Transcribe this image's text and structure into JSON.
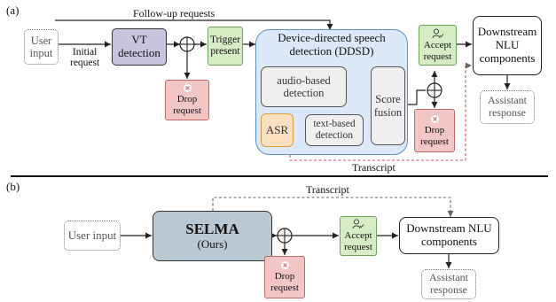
{
  "panel_a": {
    "label": "(a)",
    "user_input": "User\ninput",
    "initial_request": "Initial\nrequest",
    "follow_up": "Follow-up requests",
    "vt_detection": "VT\ndetection",
    "drop_request": "Drop\nrequest",
    "trigger_present": "Trigger\npresent",
    "ddsd_title": "Device-directed speech\ndetection (DDSD)",
    "audio_detection": "audio-based\ndetection",
    "asr": "ASR",
    "text_detection": "text-based\ndetection",
    "score_fusion": "Score\nfusion",
    "accept_request": "Accept\nrequest",
    "drop_request_2": "Drop\nrequest",
    "downstream": "Downstream\nNLU\ncomponents",
    "assistant_response": "Assistant\nresponse",
    "transcript": "Transcript"
  },
  "panel_b": {
    "label": "(b)",
    "transcript": "Transcript",
    "user_input": "User input",
    "selma_title": "SELMA",
    "selma_sub": "(Ours)",
    "drop_request": "Drop\nrequest",
    "accept_request": "Accept\nrequest",
    "downstream": "Downstream NLU\ncomponents",
    "assistant_response": "Assistant\nresponse"
  },
  "colors": {
    "vt": "#c9c3dd",
    "trigger_accept": "#d6ecc5",
    "drop": "#f3c6c6",
    "ddsd_panel": "#dae8f7",
    "asr": "#fbe0bf",
    "selma": "#b9c8d3",
    "transcript_line": "#c0555f"
  }
}
